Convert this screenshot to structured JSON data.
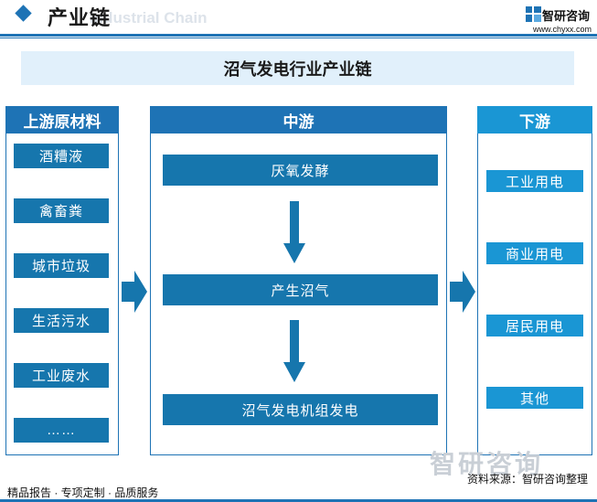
{
  "header": {
    "title": "产业链",
    "watermark": "Industrial Chain",
    "brand_name": "智研咨询",
    "brand_url": "www.chyxx.com"
  },
  "diagram_title": "沼气发电行业产业链",
  "upstream": {
    "heading": "上游原材料",
    "items": [
      "酒糟液",
      "禽畜粪",
      "城市垃圾",
      "生活污水",
      "工业废水",
      "……"
    ]
  },
  "midstream": {
    "heading": "中游",
    "steps": [
      "厌氧发酵",
      "产生沼气",
      "沼气发电机组发电"
    ]
  },
  "downstream": {
    "heading": "下游",
    "items": [
      "工业用电",
      "商业用电",
      "居民用电",
      "其他"
    ]
  },
  "footer": {
    "left_text": "精品报告 · 专项定制 · 品质服务",
    "source_text": "资料来源：智研咨询整理",
    "logo_text": "智研咨询"
  },
  "colors": {
    "primary": "#1e73b5",
    "item_fill": "#1676ad",
    "downstream_fill": "#1a96d4",
    "title_band": "#e1f0fb"
  }
}
